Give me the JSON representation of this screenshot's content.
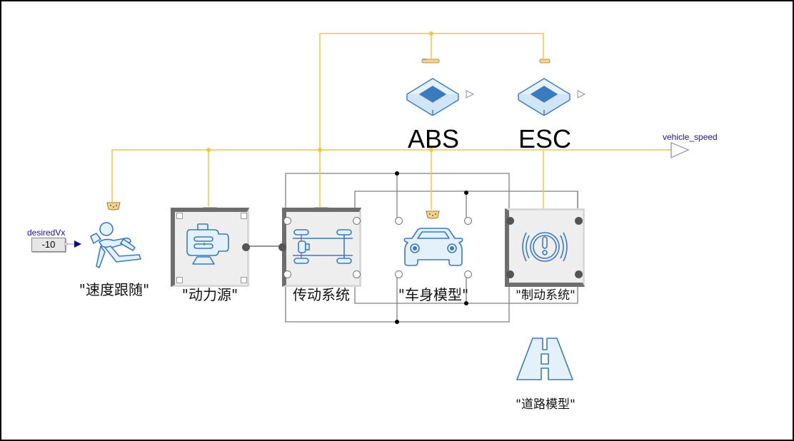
{
  "diagram": {
    "title": "vehicle dynamics model",
    "blocks": [
      {
        "id": "speed_follow",
        "label": "\"速度跟随\"",
        "icon": "driver-seat-icon"
      },
      {
        "id": "power_source",
        "label": "\"动力源\"",
        "icon": "motor-icon"
      },
      {
        "id": "drivetrain",
        "label": "传动系统",
        "icon": "drivetrain-chassis-icon"
      },
      {
        "id": "vehicle_body",
        "label": "\"车身模型\"",
        "icon": "car-icon"
      },
      {
        "id": "brake_system",
        "label": "\"制动系统\"",
        "icon": "brake-warning-icon"
      },
      {
        "id": "road_model",
        "label": "\"道路模型\"",
        "icon": "road-icon"
      },
      {
        "id": "abs",
        "label": "ABS",
        "icon": "chip-icon"
      },
      {
        "id": "esc",
        "label": "ESC",
        "icon": "chip-icon"
      }
    ],
    "input": {
      "name": "desiredVx",
      "value": "-10"
    },
    "output": {
      "name": "vehicle_speed"
    },
    "colors": {
      "bus_wire": "#f5c542",
      "mech_wire": "#808080",
      "icon_stroke": "#3a7bbf",
      "icon_fill": "#e4f1fb",
      "port_label": "#1a0dcc",
      "signal_port": "#7b7bd0"
    }
  }
}
